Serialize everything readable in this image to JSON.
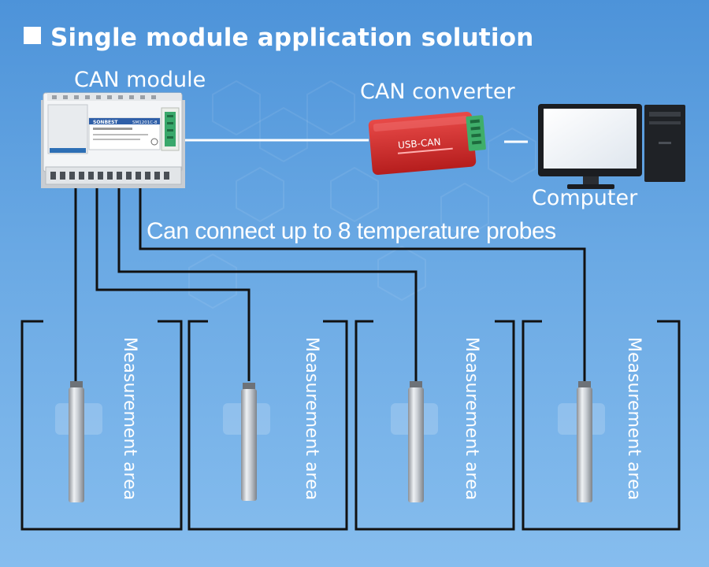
{
  "title": "Single module application solution",
  "labels": {
    "can_module": "CAN module",
    "can_converter": "CAN converter",
    "computer": "Computer",
    "caption": "Can connect up to 8 temperature probes"
  },
  "module_text": {
    "brand": "SONBEST",
    "model": "SM1201C-8"
  },
  "converter_text": {
    "name": "USB-CAN"
  },
  "areas": [
    {
      "label": "Measurement area"
    },
    {
      "label": "Measurement area"
    },
    {
      "label": "Measurement area"
    },
    {
      "label": "Measurement area"
    }
  ],
  "colors": {
    "background_top": "#4d93d9",
    "background_bottom": "#86bdee",
    "line": "#111111",
    "white": "#ffffff",
    "converter_red": "#d42a2a"
  }
}
